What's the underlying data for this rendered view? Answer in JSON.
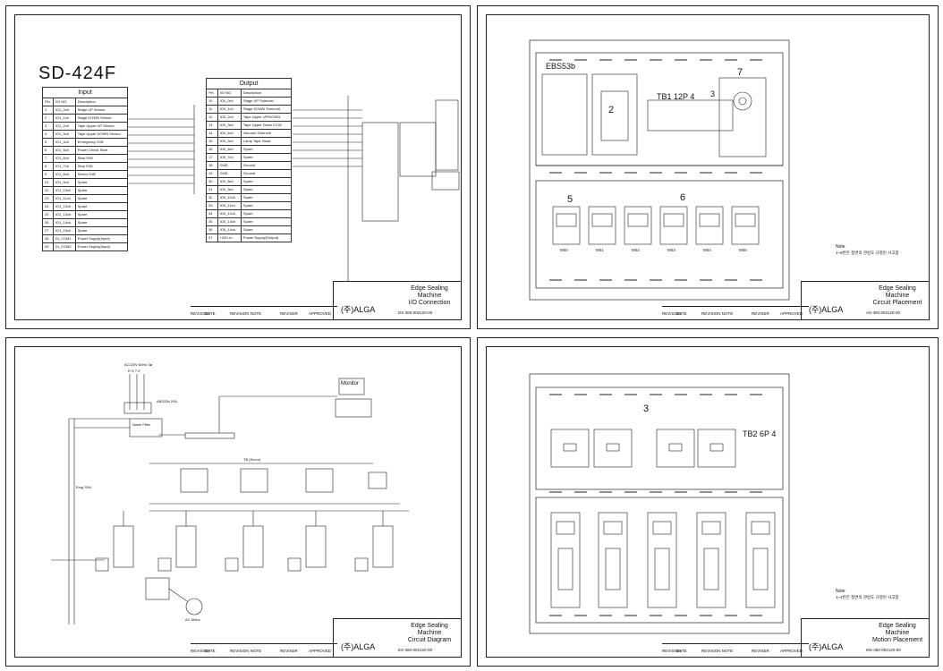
{
  "sheets": [
    {
      "heading": "SD-424F",
      "title_lines": [
        "Edge Sealing Machine",
        "I/O Connection"
      ],
      "company": "(주)ALGA",
      "dwg_no": "DS-360-002120-00",
      "rev_headers": [
        "REVISION",
        "DATE",
        "REVISION NOTE",
        "REVISER",
        "APPROVED"
      ],
      "input": {
        "title": "Input",
        "headers": [
          "Pin",
          "I/O NO.",
          "Description"
        ],
        "rows": [
          [
            "1",
            "IO1_0ch",
            "Stage UP Sensor"
          ],
          [
            "2",
            "IO1_1ch",
            "Stage DOWN Sensor"
          ],
          [
            "3",
            "IO1_2ch",
            "Tape Upper UP Sensor"
          ],
          [
            "4",
            "IO1_3ch",
            "Tape Upper DOWN Sensor"
          ],
          [
            "5",
            "IO1_4ch",
            "Emergency S/W"
          ],
          [
            "6",
            "IO1_5ch",
            "Power Check Start"
          ],
          [
            "7",
            "IO1_6ch",
            "Start S/W"
          ],
          [
            "8",
            "IO1_7ch",
            "Stop S/W"
          ],
          [
            "9",
            "IO1_8ch",
            "Select S/W"
          ],
          [
            "21",
            "IO1_9ch",
            "Spare"
          ],
          [
            "22",
            "IO1_10ch",
            "Spare"
          ],
          [
            "23",
            "IO1_11ch",
            "Spare"
          ],
          [
            "24",
            "IO1_12ch",
            "Spare"
          ],
          [
            "25",
            "IO1_13ch",
            "Spare"
          ],
          [
            "26",
            "IO1_14ch",
            "Spare"
          ],
          [
            "27",
            "IO1_15ch",
            "Spare"
          ],
          [
            "28",
            "DI_COM1",
            "Power Supply(Input)"
          ],
          [
            "29",
            "DI_COM2",
            "Power Supply(Input)"
          ]
        ]
      },
      "output": {
        "title": "Output",
        "headers": [
          "Pin",
          "I/O NO.",
          "Description"
        ],
        "rows": [
          [
            "10",
            "IO0_0ch",
            "Stage UP Solenoid"
          ],
          [
            "11",
            "IO0_1ch",
            "Stage DOWN Solenoid"
          ],
          [
            "12",
            "IO0_2ch",
            "Tape Upper UP/DOWN"
          ],
          [
            "13",
            "IO0_3ch",
            "Tape Upper Down CCW"
          ],
          [
            "14",
            "IO0_4ch",
            "Vacuum Solenoid"
          ],
          [
            "15",
            "IO0_5ch",
            "Lamp Tape Head"
          ],
          [
            "16",
            "IO0_6ch",
            "Spare"
          ],
          [
            "17",
            "IO0_7ch",
            "Spare"
          ],
          [
            "18",
            "GND",
            "Ground"
          ],
          [
            "19",
            "GND",
            "Ground"
          ],
          [
            "30",
            "IO0_8ch",
            "Spare"
          ],
          [
            "31",
            "IO0_9ch",
            "Spare"
          ],
          [
            "32",
            "IO0_10ch",
            "Spare"
          ],
          [
            "33",
            "IO0_11ch",
            "Spare"
          ],
          [
            "34",
            "IO0_12ch",
            "Spare"
          ],
          [
            "35",
            "IO0_13ch",
            "Spare"
          ],
          [
            "36",
            "IO0_14ch",
            "Spare"
          ],
          [
            "37",
            "+24V In",
            "Power Supply(Output)"
          ]
        ]
      }
    },
    {
      "title_lines": [
        "Edge Sealing Machine",
        "Circuit Placement"
      ],
      "company": "(주)ALGA",
      "dwg_no": "AS-360-002120-00",
      "rev_headers": [
        "REVISION",
        "DATE",
        "REVISION NOTE",
        "REVISER",
        "APPROVED"
      ],
      "labels": {
        "ebs": "EBS53b",
        "tb": "TB1 12P 4",
        "n2": "2",
        "n3": "3",
        "n5": "5",
        "n6": "6",
        "n7": "7"
      },
      "drive_labels": [
        "M00",
        "M01",
        "M02",
        "M03",
        "M04",
        "M05"
      ],
      "note_title": "Note",
      "note_text": "1~6번은 정면의 관련도 규정된 사고함"
    },
    {
      "title_lines": [
        "Edge Sealing Machine",
        "Circuit Diagram"
      ],
      "company": "(주)ALGA",
      "dwg_no": "ES-360-002120-00",
      "rev_headers": [
        "REVISION",
        "DATE",
        "REVISION NOTE",
        "REVISER",
        "APPROVED"
      ],
      "labels": {
        "power": "AC220V 60Hz 3ø",
        "rst": "R S T E",
        "breaker": "ABS33b 20A",
        "noise": "Noise Filter",
        "monitor": "Monitor",
        "tb": "TB (Servo)",
        "ac_motor": "AC Motor",
        "em_sw": "Emg S/W"
      }
    },
    {
      "title_lines": [
        "Edge Sealing Machine",
        "Motion Placement"
      ],
      "company": "(주)ALGA",
      "dwg_no": "MS-360-002120-00",
      "rev_headers": [
        "REVISION",
        "DATE",
        "REVISION NOTE",
        "REVISER",
        "APPROVED"
      ],
      "labels": {
        "n3": "3",
        "tb": "TB2 6P 4"
      },
      "note_title": "Note",
      "note_text": "1~4번은 정면의 관련도 규정된 사고함"
    }
  ],
  "colors": {
    "line": "#1a1a1a",
    "paper": "#ffffff"
  }
}
